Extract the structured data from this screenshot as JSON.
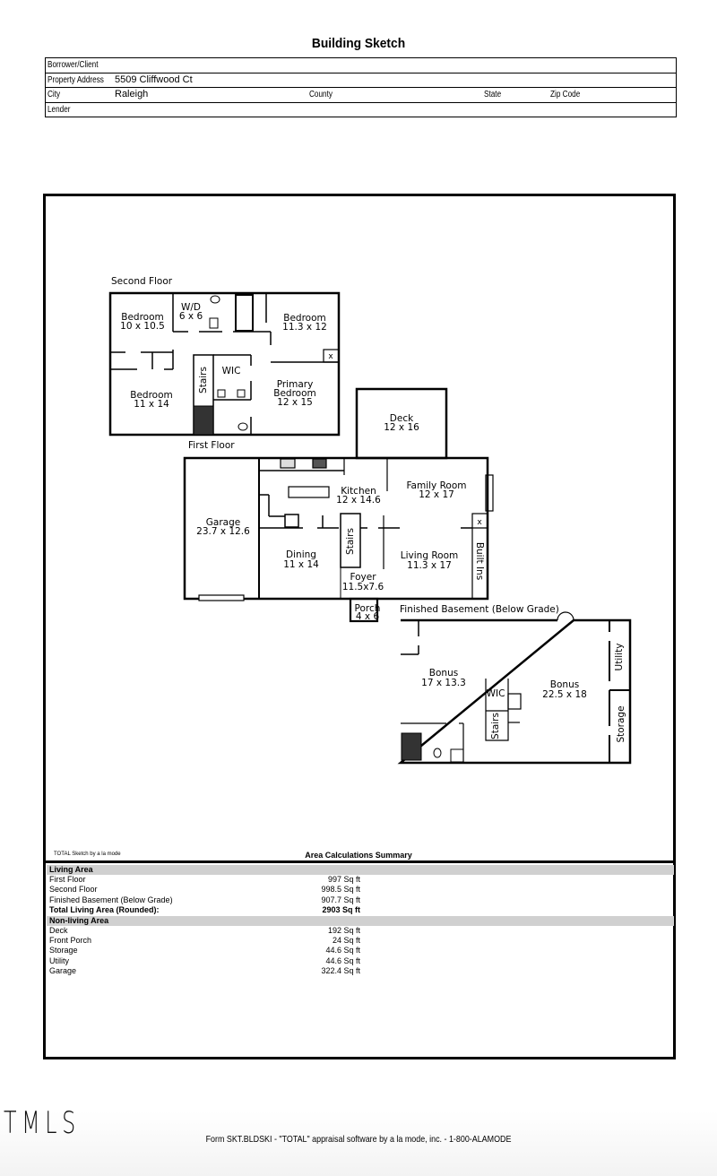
{
  "header": {
    "title": "Building Sketch",
    "fields": {
      "borrower_label": "Borrower/Client",
      "borrower_value": "",
      "address_label": "Property Address",
      "address_value": "5509 Cliffwood Ct",
      "city_label": "City",
      "city_value": "Raleigh",
      "county_label": "County",
      "state_label": "State",
      "zip_label": "Zip Code",
      "lender_label": "Lender"
    }
  },
  "sketch": {
    "second_floor": {
      "label": "Second Floor",
      "rooms": [
        {
          "name": "Bedroom",
          "dims": "10 x 10.5"
        },
        {
          "name": "W/D",
          "dims": "6 x 6"
        },
        {
          "name": "Bedroom",
          "dims": "11.3 x 12"
        },
        {
          "name": "WIC",
          "dims": ""
        },
        {
          "name": "Stairs",
          "dims": ""
        },
        {
          "name": "Primary Bedroom",
          "line1": "Primary",
          "line2": "Bedroom",
          "dims": "12 x 15"
        },
        {
          "name": "Bedroom",
          "dims": "11 x 14"
        }
      ],
      "closet_mark": "x"
    },
    "first_floor": {
      "label": "First Floor",
      "rooms": [
        {
          "name": "Deck",
          "dims": "12 x 16"
        },
        {
          "name": "Kitchen",
          "dims": "12 x 14.6"
        },
        {
          "name": "Family Room",
          "dims": "12 x 17"
        },
        {
          "name": "Garage",
          "dims": "23.7 x 12.6"
        },
        {
          "name": "Dining",
          "dims": "11 x 14"
        },
        {
          "name": "Stairs",
          "dims": ""
        },
        {
          "name": "Living Room",
          "dims": "11.3 x 17"
        },
        {
          "name": "Built Ins",
          "dims": ""
        },
        {
          "name": "Foyer",
          "dims": "11.5x7.6"
        },
        {
          "name": "Porch",
          "dims": "4 x 6"
        }
      ],
      "closet_mark": "x"
    },
    "basement": {
      "label": "Finished Basement (Below Grade)",
      "rooms": [
        {
          "name": "Bonus",
          "dims": "17 x 13.3"
        },
        {
          "name": "WIC",
          "dims": ""
        },
        {
          "name": "Stairs",
          "dims": ""
        },
        {
          "name": "Bonus",
          "dims": "22.5 x 18"
        },
        {
          "name": "Utility",
          "dims": ""
        },
        {
          "name": "Storage",
          "dims": ""
        }
      ]
    }
  },
  "area_summary": {
    "software_caption": "TOTAL Sketch by a la mode",
    "title": "Area Calculations Summary",
    "living": {
      "heading": "Living Area",
      "rows": [
        {
          "label": "First Floor",
          "value": "997 Sq ft"
        },
        {
          "label": "Second Floor",
          "value": "998.5 Sq ft"
        },
        {
          "label": "Finished Basement (Below Grade)",
          "value": "907.7 Sq ft"
        }
      ],
      "total_label": "Total Living Area (Rounded):",
      "total_value": "2903 Sq ft"
    },
    "non_living": {
      "heading": "Non-living Area",
      "rows": [
        {
          "label": "Deck",
          "value": "192 Sq ft"
        },
        {
          "label": "Front Porch",
          "value": "24 Sq ft"
        },
        {
          "label": "Storage",
          "value": "44.6 Sq ft"
        },
        {
          "label": "Utility",
          "value": "44.6 Sq ft"
        },
        {
          "label": "Garage",
          "value": "322.4 Sq ft"
        }
      ]
    }
  },
  "footer": {
    "watermark": "TMLS",
    "form_text": "Form SKT.BLDSKI - \"TOTAL\" appraisal software by a la mode, inc. - 1-800-ALAMODE"
  }
}
